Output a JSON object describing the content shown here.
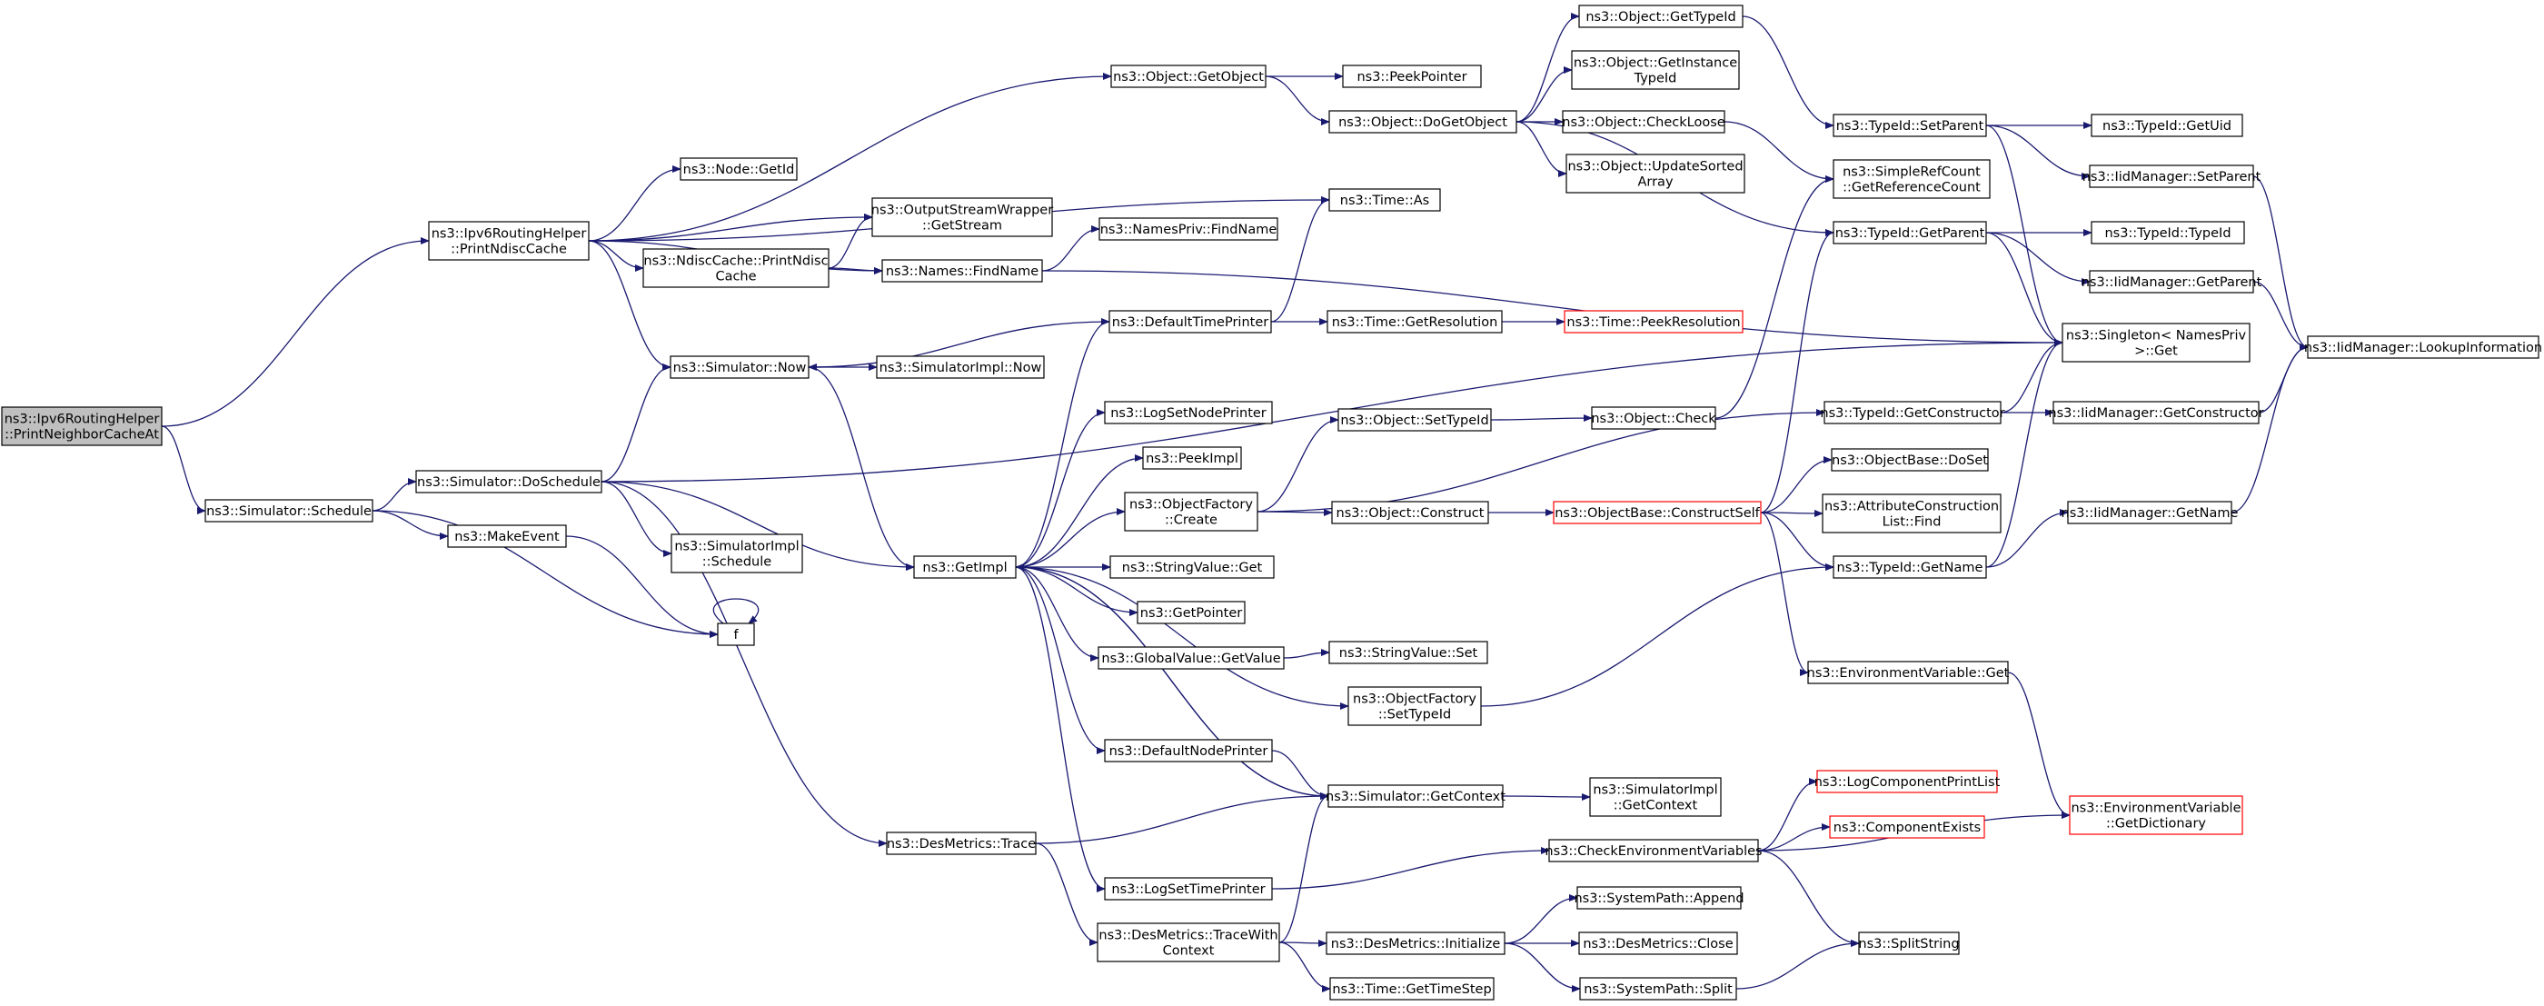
{
  "diagram": {
    "type": "call-graph",
    "edge_color": "#191970",
    "node_border_color": "#000000",
    "node_fill": "#ffffff",
    "root_fill": "#bfbfbf",
    "truncated_border_color": "#ff0000"
  },
  "nodes": [
    {
      "id": "root",
      "lines": [
        "ns3::Ipv6RoutingHelper",
        "::PrintNeighborCacheAt"
      ],
      "style": "root"
    },
    {
      "id": "printNdisc",
      "lines": [
        "ns3::Ipv6RoutingHelper",
        "::PrintNdiscCache"
      ]
    },
    {
      "id": "schedule",
      "lines": [
        "ns3::Simulator::Schedule"
      ]
    },
    {
      "id": "getObject",
      "lines": [
        "ns3::Object::GetObject"
      ]
    },
    {
      "id": "nodeGetId",
      "lines": [
        "ns3::Node::GetId"
      ]
    },
    {
      "id": "osw",
      "lines": [
        "ns3::OutputStreamWrapper",
        "::GetStream"
      ]
    },
    {
      "id": "ndiscPrint",
      "lines": [
        "ns3::NdiscCache::PrintNdisc",
        "Cache"
      ]
    },
    {
      "id": "namesFind",
      "lines": [
        "ns3::Names::FindName"
      ]
    },
    {
      "id": "simNow",
      "lines": [
        "ns3::Simulator::Now"
      ]
    },
    {
      "id": "timeAs",
      "lines": [
        "ns3::Time::As"
      ]
    },
    {
      "id": "peekPointer",
      "lines": [
        "ns3::PeekPointer"
      ]
    },
    {
      "id": "doGetObject",
      "lines": [
        "ns3::Object::DoGetObject"
      ]
    },
    {
      "id": "objGetTypeId",
      "lines": [
        "ns3::Object::GetTypeId"
      ]
    },
    {
      "id": "objGetInst",
      "lines": [
        "ns3::Object::GetInstance",
        "TypeId"
      ]
    },
    {
      "id": "checkLoose",
      "lines": [
        "ns3::Object::CheckLoose"
      ]
    },
    {
      "id": "updateSorted",
      "lines": [
        "ns3::Object::UpdateSorted",
        "Array"
      ]
    },
    {
      "id": "namesPrivFind",
      "lines": [
        "ns3::NamesPriv::FindName"
      ]
    },
    {
      "id": "defTimePrinter",
      "lines": [
        "ns3::DefaultTimePrinter"
      ]
    },
    {
      "id": "timeGetRes",
      "lines": [
        "ns3::Time::GetResolution"
      ]
    },
    {
      "id": "timePeekRes",
      "lines": [
        "ns3::Time::PeekResolution"
      ],
      "style": "red"
    },
    {
      "id": "simImplNow",
      "lines": [
        "ns3::SimulatorImpl::Now"
      ]
    },
    {
      "id": "doSchedule",
      "lines": [
        "ns3::Simulator::DoSchedule"
      ]
    },
    {
      "id": "makeEvent",
      "lines": [
        "ns3::MakeEvent"
      ]
    },
    {
      "id": "simImplSched",
      "lines": [
        "ns3::SimulatorImpl",
        "::Schedule"
      ]
    },
    {
      "id": "f",
      "lines": [
        "f"
      ]
    },
    {
      "id": "getImpl",
      "lines": [
        "ns3::GetImpl"
      ]
    },
    {
      "id": "logSetNode",
      "lines": [
        "ns3::LogSetNodePrinter"
      ]
    },
    {
      "id": "peekImpl",
      "lines": [
        "ns3::PeekImpl"
      ]
    },
    {
      "id": "objFactCreate",
      "lines": [
        "ns3::ObjectFactory",
        "::Create"
      ]
    },
    {
      "id": "strValGet",
      "lines": [
        "ns3::StringValue::Get"
      ]
    },
    {
      "id": "getPointer",
      "lines": [
        "ns3::GetPointer"
      ]
    },
    {
      "id": "globalValGet",
      "lines": [
        "ns3::GlobalValue::GetValue"
      ]
    },
    {
      "id": "objFactSetTid",
      "lines": [
        "ns3::ObjectFactory",
        "::SetTypeId"
      ]
    },
    {
      "id": "defNodePrinter",
      "lines": [
        "ns3::DefaultNodePrinter"
      ]
    },
    {
      "id": "simGetContext",
      "lines": [
        "ns3::Simulator::GetContext"
      ]
    },
    {
      "id": "logSetTime",
      "lines": [
        "ns3::LogSetTimePrinter"
      ]
    },
    {
      "id": "desTrace",
      "lines": [
        "ns3::DesMetrics::Trace"
      ]
    },
    {
      "id": "desTraceCtx",
      "lines": [
        "ns3::DesMetrics::TraceWith",
        "Context"
      ]
    },
    {
      "id": "objSetTypeId",
      "lines": [
        "ns3::Object::SetTypeId"
      ]
    },
    {
      "id": "objConstruct",
      "lines": [
        "ns3::Object::Construct"
      ]
    },
    {
      "id": "strValSet",
      "lines": [
        "ns3::StringValue::Set"
      ]
    },
    {
      "id": "simImplGetCtx",
      "lines": [
        "ns3::SimulatorImpl",
        "::GetContext"
      ]
    },
    {
      "id": "checkEnv",
      "lines": [
        "ns3::CheckEnvironmentVariables"
      ]
    },
    {
      "id": "desInit",
      "lines": [
        "ns3::DesMetrics::Initialize"
      ]
    },
    {
      "id": "timeGetStep",
      "lines": [
        "ns3::Time::GetTimeStep"
      ]
    },
    {
      "id": "objCheck",
      "lines": [
        "ns3::Object::Check"
      ]
    },
    {
      "id": "objBaseConstruct",
      "lines": [
        "ns3::ObjectBase::ConstructSelf"
      ],
      "style": "red"
    },
    {
      "id": "sysPathAppend",
      "lines": [
        "ns3::SystemPath::Append"
      ]
    },
    {
      "id": "desClose",
      "lines": [
        "ns3::DesMetrics::Close"
      ]
    },
    {
      "id": "sysPathSplit",
      "lines": [
        "ns3::SystemPath::Split"
      ]
    },
    {
      "id": "typeIdSetParent",
      "lines": [
        "ns3::TypeId::SetParent"
      ]
    },
    {
      "id": "simpleRef",
      "lines": [
        "ns3::SimpleRefCount",
        "::GetReferenceCount"
      ]
    },
    {
      "id": "typeIdGetParent",
      "lines": [
        "ns3::TypeId::GetParent"
      ]
    },
    {
      "id": "typeIdGetCons",
      "lines": [
        "ns3::TypeId::GetConstructor"
      ]
    },
    {
      "id": "objBaseDoSet",
      "lines": [
        "ns3::ObjectBase::DoSet"
      ]
    },
    {
      "id": "attrConsFind",
      "lines": [
        "ns3::AttributeConstruction",
        "List::Find"
      ]
    },
    {
      "id": "typeIdGetName",
      "lines": [
        "ns3::TypeId::GetName"
      ]
    },
    {
      "id": "envVarGet",
      "lines": [
        "ns3::EnvironmentVariable::Get"
      ]
    },
    {
      "id": "logCompPrint",
      "lines": [
        "ns3::LogComponentPrintList"
      ],
      "style": "red"
    },
    {
      "id": "compExists",
      "lines": [
        "ns3::ComponentExists"
      ],
      "style": "red"
    },
    {
      "id": "splitString",
      "lines": [
        "ns3::SplitString"
      ]
    },
    {
      "id": "typeIdGetUid",
      "lines": [
        "ns3::TypeId::GetUid"
      ]
    },
    {
      "id": "iidSetParent",
      "lines": [
        "ns3::IidManager::SetParent"
      ]
    },
    {
      "id": "typeIdTypeId",
      "lines": [
        "ns3::TypeId::TypeId"
      ]
    },
    {
      "id": "iidGetParent",
      "lines": [
        "ns3::IidManager::GetParent"
      ]
    },
    {
      "id": "singletonGet",
      "lines": [
        "ns3::Singleton< NamesPriv",
        " >::Get"
      ]
    },
    {
      "id": "iidGetCons",
      "lines": [
        "ns3::IidManager::GetConstructor"
      ]
    },
    {
      "id": "iidGetName",
      "lines": [
        "ns3::IidManager::GetName"
      ]
    },
    {
      "id": "envVarDict",
      "lines": [
        "ns3::EnvironmentVariable",
        "::GetDictionary"
      ],
      "style": "red"
    },
    {
      "id": "iidLookup",
      "lines": [
        "ns3::IidManager::LookupInformation"
      ]
    }
  ],
  "edges": [
    [
      "root",
      "printNdisc"
    ],
    [
      "root",
      "schedule"
    ],
    [
      "printNdisc",
      "getObject"
    ],
    [
      "printNdisc",
      "timeAs"
    ],
    [
      "printNdisc",
      "nodeGetId"
    ],
    [
      "printNdisc",
      "osw"
    ],
    [
      "printNdisc",
      "ndiscPrint"
    ],
    [
      "printNdisc",
      "namesFind"
    ],
    [
      "printNdisc",
      "simNow"
    ],
    [
      "getObject",
      "peekPointer"
    ],
    [
      "getObject",
      "doGetObject"
    ],
    [
      "doGetObject",
      "objGetTypeId"
    ],
    [
      "doGetObject",
      "objGetInst"
    ],
    [
      "doGetObject",
      "checkLoose"
    ],
    [
      "doGetObject",
      "updateSorted"
    ],
    [
      "doGetObject",
      "typeIdGetParent"
    ],
    [
      "objGetTypeId",
      "typeIdSetParent"
    ],
    [
      "checkLoose",
      "simpleRef"
    ],
    [
      "ndiscPrint",
      "osw"
    ],
    [
      "ndiscPrint",
      "namesFind"
    ],
    [
      "namesFind",
      "namesPrivFind"
    ],
    [
      "namesFind",
      "singletonGet"
    ],
    [
      "simNow",
      "simImplNow"
    ],
    [
      "simNow",
      "getImpl"
    ],
    [
      "schedule",
      "doSchedule"
    ],
    [
      "schedule",
      "makeEvent"
    ],
    [
      "schedule",
      "f"
    ],
    [
      "doSchedule",
      "simNow"
    ],
    [
      "doSchedule",
      "singletonGet"
    ],
    [
      "doSchedule",
      "simImplSched"
    ],
    [
      "doSchedule",
      "getImpl"
    ],
    [
      "doSchedule",
      "desTrace"
    ],
    [
      "makeEvent",
      "f"
    ],
    [
      "f",
      "f"
    ],
    [
      "defTimePrinter",
      "timeAs"
    ],
    [
      "defTimePrinter",
      "timeGetRes"
    ],
    [
      "defTimePrinter",
      "simNow"
    ],
    [
      "timeGetRes",
      "timePeekRes"
    ],
    [
      "getImpl",
      "defTimePrinter"
    ],
    [
      "getImpl",
      "logSetNode"
    ],
    [
      "getImpl",
      "peekImpl"
    ],
    [
      "getImpl",
      "objFactCreate"
    ],
    [
      "getImpl",
      "strValGet"
    ],
    [
      "getImpl",
      "getPointer"
    ],
    [
      "getImpl",
      "globalValGet"
    ],
    [
      "getImpl",
      "objFactSetTid"
    ],
    [
      "getImpl",
      "defNodePrinter"
    ],
    [
      "getImpl",
      "simGetContext"
    ],
    [
      "getImpl",
      "logSetTime"
    ],
    [
      "objFactCreate",
      "objSetTypeId"
    ],
    [
      "objFactCreate",
      "typeIdGetCons"
    ],
    [
      "objFactCreate",
      "objConstruct"
    ],
    [
      "objSetTypeId",
      "objCheck"
    ],
    [
      "objCheck",
      "simpleRef"
    ],
    [
      "objConstruct",
      "objBaseConstruct"
    ],
    [
      "objBaseConstruct",
      "typeIdGetParent"
    ],
    [
      "objBaseConstruct",
      "objBaseDoSet"
    ],
    [
      "objBaseConstruct",
      "attrConsFind"
    ],
    [
      "objBaseConstruct",
      "typeIdGetName"
    ],
    [
      "objBaseConstruct",
      "envVarGet"
    ],
    [
      "globalValGet",
      "strValSet"
    ],
    [
      "objFactSetTid",
      "typeIdGetName"
    ],
    [
      "defNodePrinter",
      "simGetContext"
    ],
    [
      "simGetContext",
      "simImplGetCtx"
    ],
    [
      "simGetContext",
      "getImpl"
    ],
    [
      "logSetTime",
      "checkEnv"
    ],
    [
      "desTrace",
      "simGetContext"
    ],
    [
      "desTrace",
      "desTraceCtx"
    ],
    [
      "desTraceCtx",
      "simGetContext"
    ],
    [
      "desTraceCtx",
      "desInit"
    ],
    [
      "desTraceCtx",
      "timeGetStep"
    ],
    [
      "desInit",
      "sysPathAppend"
    ],
    [
      "desInit",
      "desClose"
    ],
    [
      "desInit",
      "sysPathSplit"
    ],
    [
      "sysPathSplit",
      "splitString"
    ],
    [
      "checkEnv",
      "logCompPrint"
    ],
    [
      "checkEnv",
      "compExists"
    ],
    [
      "checkEnv",
      "envVarDict"
    ],
    [
      "checkEnv",
      "splitString"
    ],
    [
      "envVarGet",
      "envVarDict"
    ],
    [
      "typeIdSetParent",
      "typeIdGetUid"
    ],
    [
      "typeIdSetParent",
      "iidSetParent"
    ],
    [
      "typeIdSetParent",
      "singletonGet"
    ],
    [
      "typeIdGetParent",
      "typeIdTypeId"
    ],
    [
      "typeIdGetParent",
      "iidGetParent"
    ],
    [
      "typeIdGetParent",
      "singletonGet"
    ],
    [
      "typeIdGetCons",
      "iidGetCons"
    ],
    [
      "typeIdGetCons",
      "singletonGet"
    ],
    [
      "typeIdGetName",
      "iidGetName"
    ],
    [
      "typeIdGetName",
      "singletonGet"
    ],
    [
      "iidSetParent",
      "iidLookup"
    ],
    [
      "iidGetParent",
      "iidLookup"
    ],
    [
      "iidGetCons",
      "iidLookup"
    ],
    [
      "iidGetName",
      "iidLookup"
    ]
  ]
}
